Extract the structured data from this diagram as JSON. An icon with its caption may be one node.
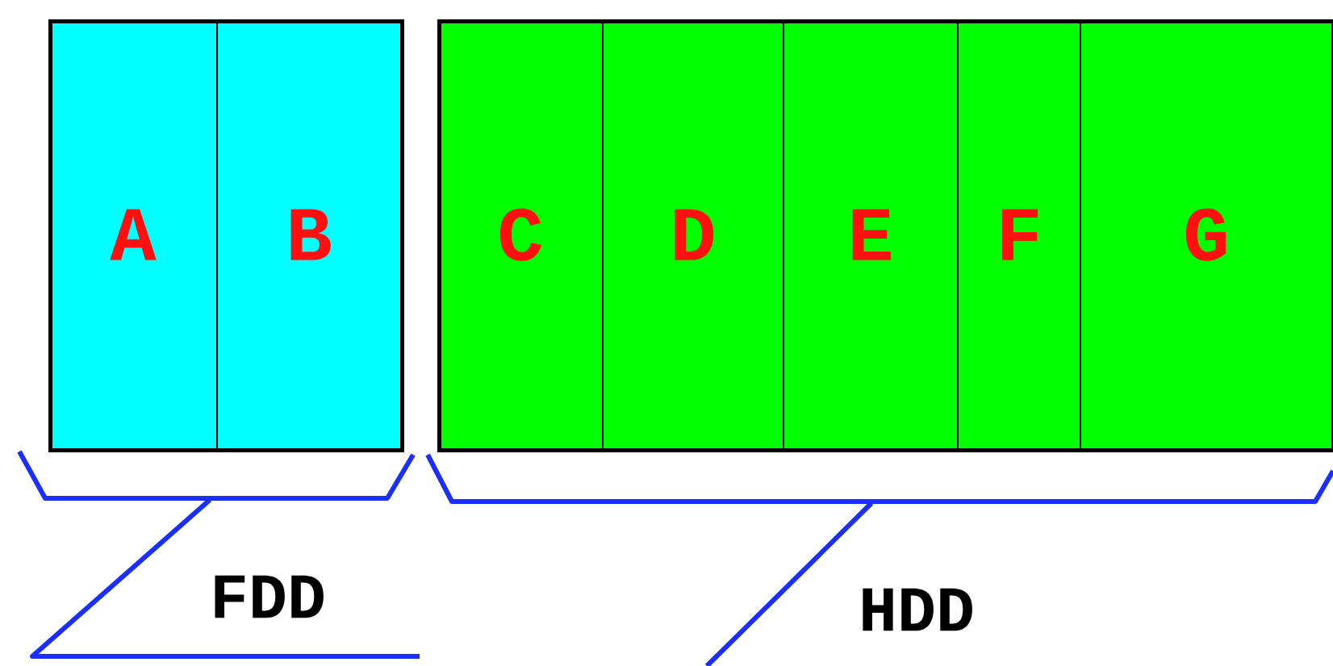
{
  "diagram": {
    "nodes": [
      {
        "text": [],
        "shape": "box"
      },
      {
        "text": [
          "A"
        ],
        "in": 0
      },
      {
        "text": [
          "B"
        ],
        "in": 0
      },
      {
        "text": [],
        "shape": "box"
      },
      {
        "text": [
          "C"
        ],
        "in": 3
      },
      {
        "text": [
          "D"
        ],
        "in": 3
      },
      {
        "text": [
          "E"
        ],
        "in": 3
      },
      {
        "text": [
          "F"
        ],
        "in": 3
      },
      {
        "text": [
          "G"
        ],
        "in": 3
      }
    ],
    "labels": [
      "FDD",
      "HDD"
    ]
  }
}
